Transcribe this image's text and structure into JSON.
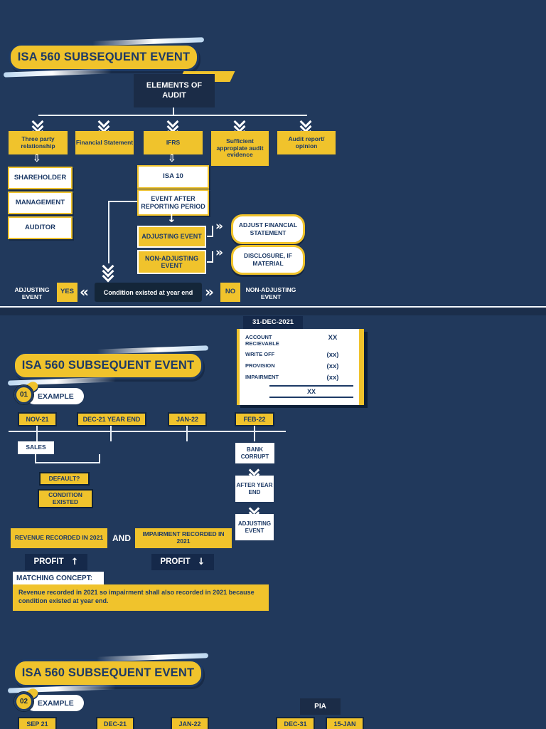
{
  "colors": {
    "background": "#21395c",
    "accent_yellow": "#f0c32c",
    "navy_text": "#1d3a66",
    "dark_box": "#1b2c47"
  },
  "icons": {
    "double_chevron_right": "»",
    "double_chevron_left": "«",
    "arrow_up": "↑",
    "arrow_down": "↓",
    "hollow_arrow_down": "⇩"
  },
  "slide1": {
    "title": "ISA 560 SUBSEQUENT EVENT",
    "root": "ELEMENTS OF AUDIT",
    "branches": [
      "Three party relationship",
      "Financial Statement",
      "IFRS",
      "Sufficient appropiate audit evidence",
      "Audit report/ opinion"
    ],
    "party_items": [
      "SHAREHOLDER",
      "MANAGEMENT",
      "AUDITOR"
    ],
    "chain": [
      "ISA 10",
      "EVENT AFTER REPORTING PERIOD",
      "ADJUSTING EVENT",
      "NON-ADJUSTING EVENT"
    ],
    "outcomes": [
      "ADJUST FINANCIAL STATEMENT",
      "DISCLOSURE, IF MATERIAL"
    ],
    "decision": {
      "left_label": "ADJUSTING EVENT",
      "yes": "YES",
      "condition": "Condition existed at year end",
      "no": "NO",
      "right_label": "NON-ADJUSTING EVENT"
    }
  },
  "slide2": {
    "title": "ISA 560 SUBSEQUENT EVENT",
    "example_num": "01",
    "example_label": "EXAMPLE",
    "ledger": {
      "date": "31-DEC-2021",
      "rows": [
        {
          "label": "ACCOUNT RECIEVABLE",
          "value": "XX"
        },
        {
          "label": "WRITE OFF",
          "value": "(xx)"
        },
        {
          "label": "PROVISION",
          "value": "(xx)"
        },
        {
          "label": "IMPAIRMENT",
          "value": "(xx)"
        }
      ],
      "total": "XX"
    },
    "timeline": [
      "NOV-21",
      "DEC-21 YEAR END",
      "JAN-22",
      "FEB-22"
    ],
    "sales": "SALES",
    "bank_corrupt": "BANK CORRUPT",
    "default_q": "DEFAULT?",
    "condition_existed": "CONDITION EXISTED",
    "after_year_end": "AFTER YEAR END",
    "adjusting_event": "ADJUSTING EVENT",
    "revenue_recorded": "REVENUE RECORDED IN 2021",
    "and_label": "AND",
    "impairment_recorded": "IMPAIRMENT RECORDED IN 2021",
    "profit_up_label": "PROFIT",
    "profit_down_label": "PROFIT",
    "matching_concept": "MATCHING CONCEPT:",
    "matching_text": "Revenue recorded in 2021 so impairment shall also recorded in 2021 because condition existed at year end."
  },
  "slide3": {
    "title": "ISA 560 SUBSEQUENT EVENT",
    "example_num": "02",
    "example_label": "EXAMPLE",
    "pia": "PIA",
    "timeline": [
      "SEP 21",
      "DEC-21",
      "JAN-22",
      "DEC-31",
      "15-JAN"
    ]
  }
}
